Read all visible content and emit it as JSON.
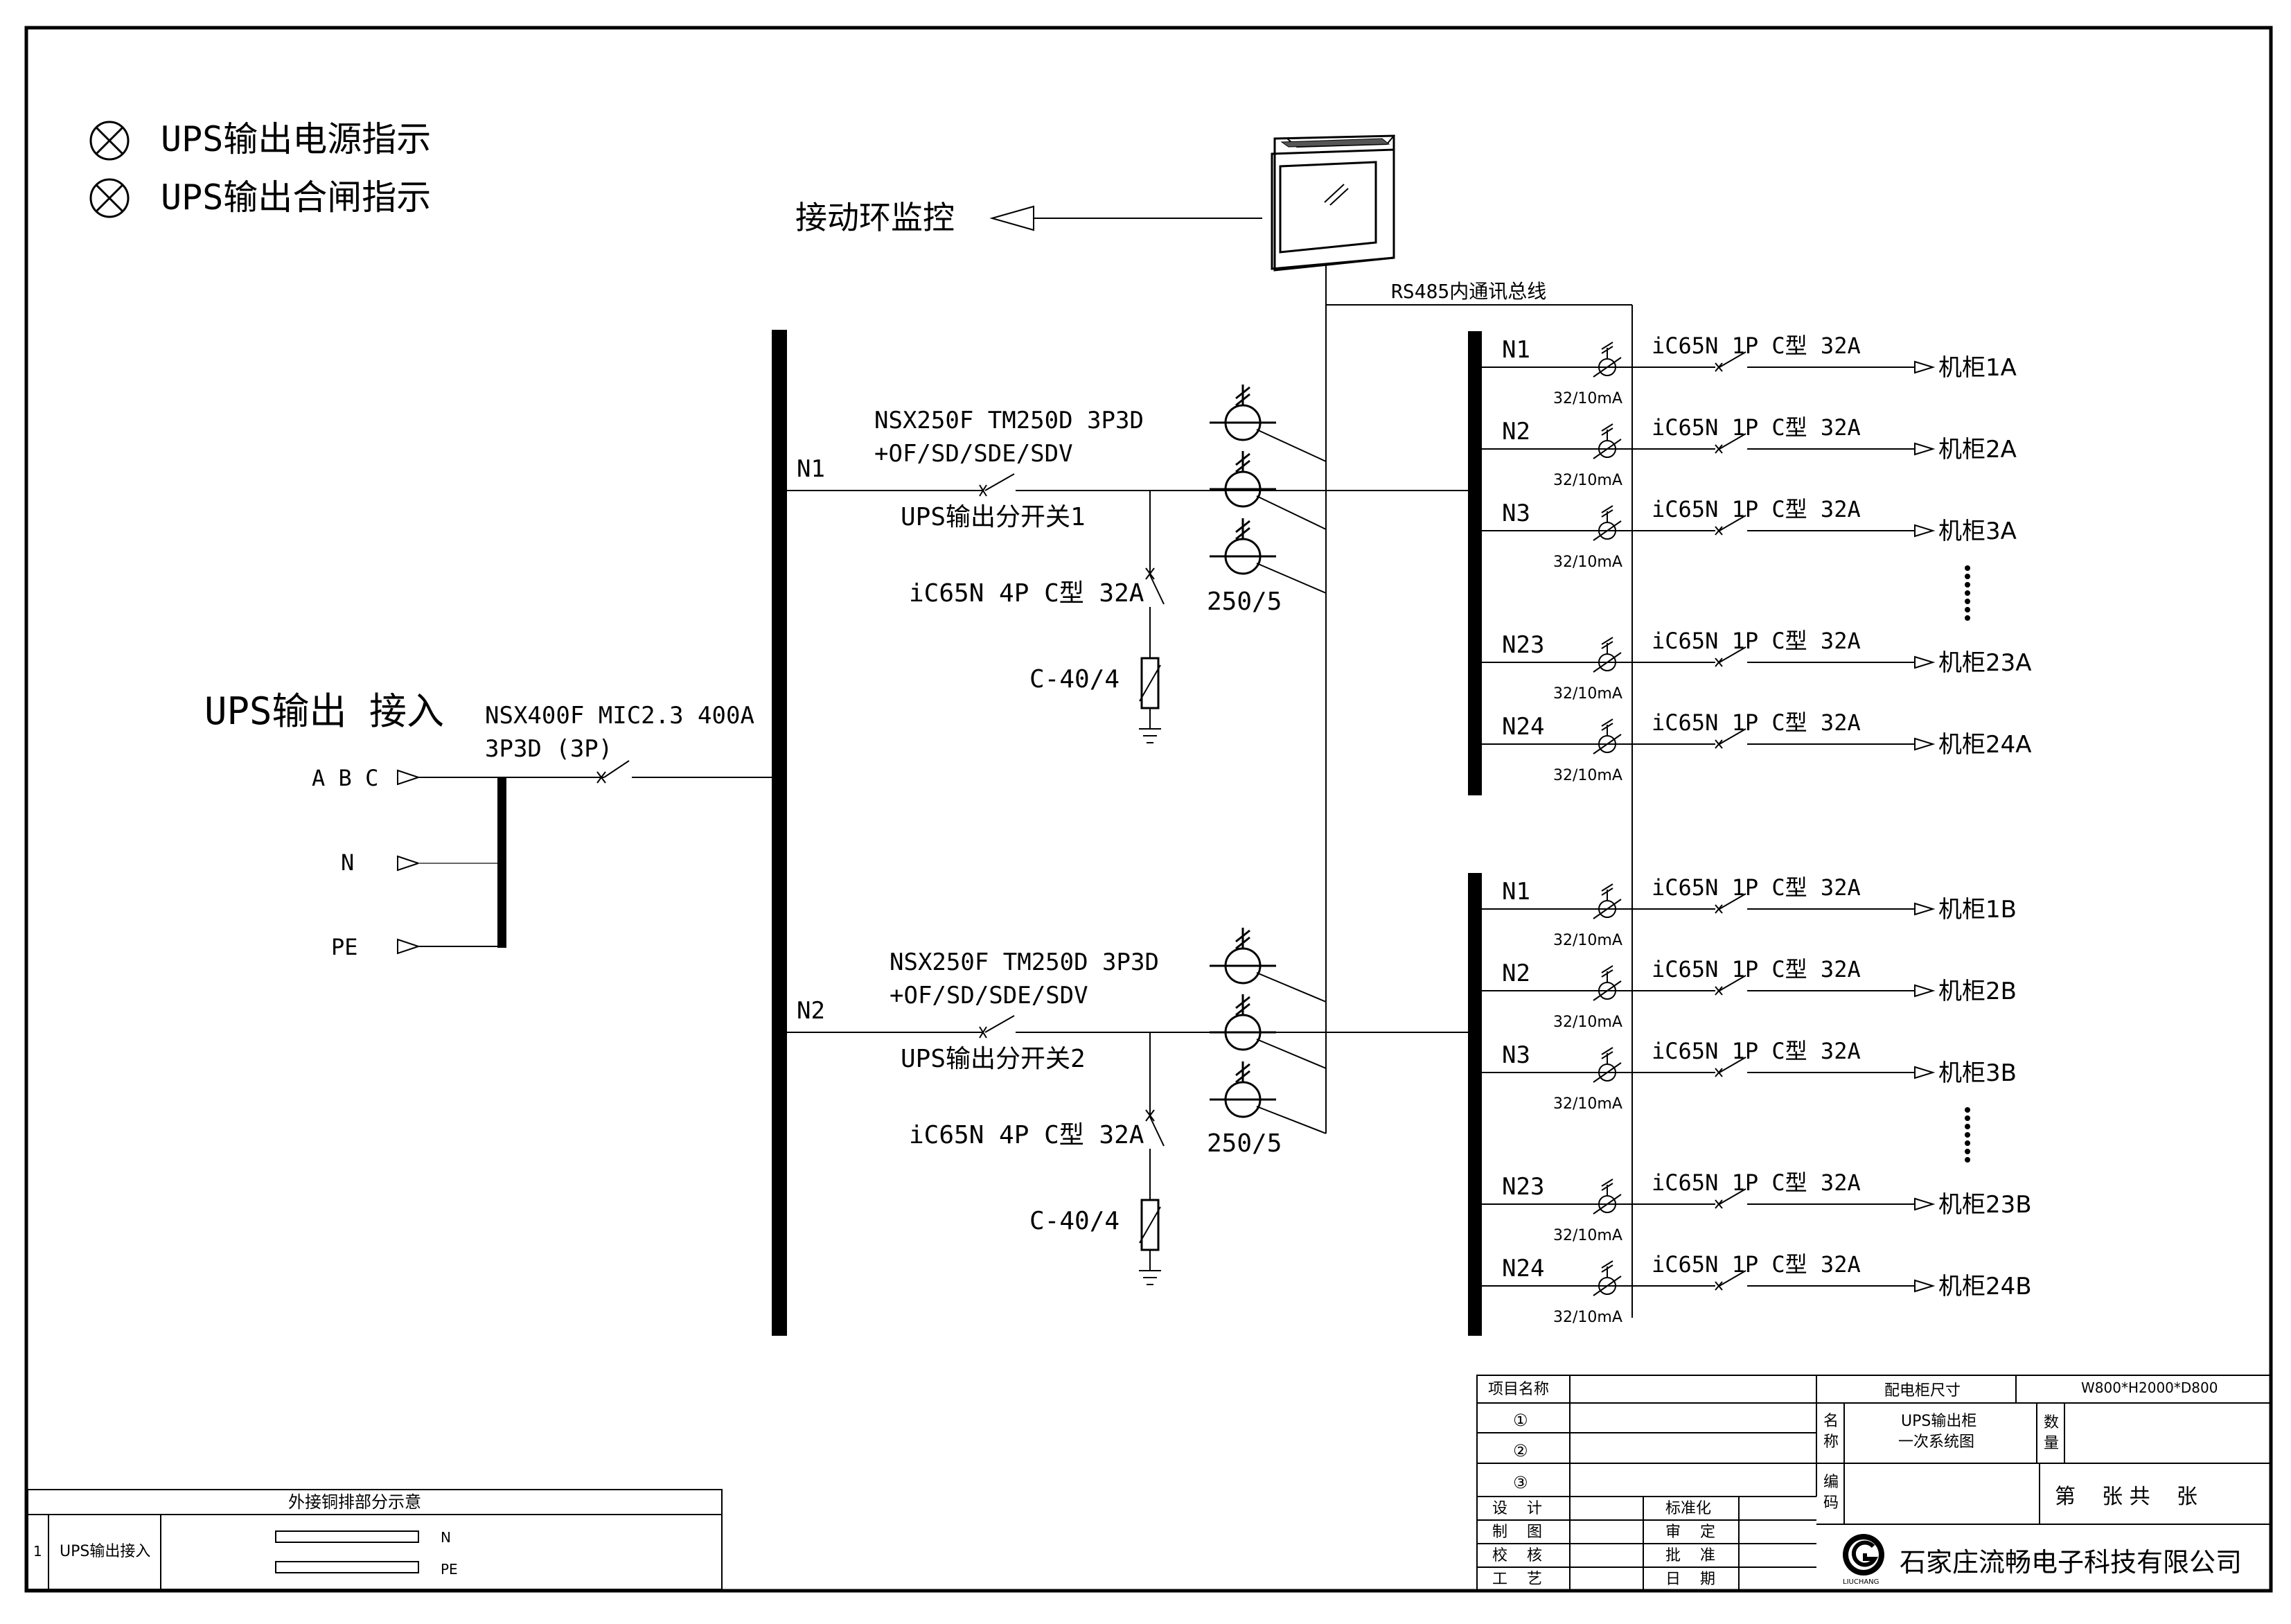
{
  "legend": [
    {
      "label": "UPS输出电源指示",
      "icon": "indicator-lamp-icon"
    },
    {
      "label": "UPS输出合闸指示",
      "icon": "indicator-lamp-icon"
    }
  ],
  "monitor": {
    "label": "接动环监控",
    "bus_label": "RS485内通讯总线",
    "icon": "monitor-screen-icon"
  },
  "input": {
    "title": "UPS输出 接入",
    "terminals": [
      "A B C",
      "N",
      "PE"
    ],
    "breaker_line1": "NSX400F MIC2.3 400A",
    "breaker_line2": "3P3D (3P)"
  },
  "main_bus_labels": [
    "N1",
    "N2"
  ],
  "feeders": [
    {
      "breaker_line1": "NSX250F TM250D 3P3D",
      "breaker_line2": "+OF/SD/SDE/SDV",
      "switch_name": "UPS输出分开关1",
      "spd_breaker": "iC65N 4P C型 32A",
      "spd": "C-40/4",
      "ct_ratio": "250/5"
    },
    {
      "breaker_line1": "NSX250F TM250D 3P3D",
      "breaker_line2": "+OF/SD/SDE/SDV",
      "switch_name": "UPS输出分开关2",
      "spd_breaker": "iC65N 4P C型 32A",
      "spd": "C-40/4",
      "ct_ratio": "250/5"
    }
  ],
  "branch_groups": [
    {
      "branches": [
        {
          "label": "N1",
          "breaker": "iC65N 1P C型 32A",
          "rcd": "32/10mA",
          "cabinet": "机柜1A"
        },
        {
          "label": "N2",
          "breaker": "iC65N 1P C型 32A",
          "rcd": "32/10mA",
          "cabinet": "机柜2A"
        },
        {
          "label": "N3",
          "breaker": "iC65N 1P C型 32A",
          "rcd": "32/10mA",
          "cabinet": "机柜3A"
        },
        {
          "label": "N23",
          "breaker": "iC65N 1P C型 32A",
          "rcd": "32/10mA",
          "cabinet": "机柜23A"
        },
        {
          "label": "N24",
          "breaker": "iC65N 1P C型 32A",
          "rcd": "32/10mA",
          "cabinet": "机柜24A"
        }
      ]
    },
    {
      "branches": [
        {
          "label": "N1",
          "breaker": "iC65N 1P C型 32A",
          "rcd": "32/10mA",
          "cabinet": "机柜1B"
        },
        {
          "label": "N2",
          "breaker": "iC65N 1P C型 32A",
          "rcd": "32/10mA",
          "cabinet": "机柜2B"
        },
        {
          "label": "N3",
          "breaker": "iC65N 1P C型 32A",
          "rcd": "32/10mA",
          "cabinet": "机柜3B"
        },
        {
          "label": "N23",
          "breaker": "iC65N 1P C型 32A",
          "rcd": "32/10mA",
          "cabinet": "机柜23B"
        },
        {
          "label": "N24",
          "breaker": "iC65N 1P C型 32A",
          "rcd": "32/10mA",
          "cabinet": "机柜24B"
        }
      ]
    }
  ],
  "copper_table": {
    "title": "外接铜排部分示意",
    "row_no": "1",
    "row_label": "UPS输出接入",
    "bars": [
      "N",
      "PE"
    ]
  },
  "title_block": {
    "project_name_label": "项目名称",
    "cabinet_size_label": "配电柜尺寸",
    "cabinet_size": "W800*H2000*D800",
    "items": [
      "①",
      "②",
      "③"
    ],
    "name_label": "名\n称",
    "name_value_1": "UPS输出柜",
    "name_value_2": "一次系统图",
    "qty_label": "数\n量",
    "code_label": "编\n码",
    "sheet_text": "第    张 共    张",
    "sign_left": [
      "设    计",
      "制    图",
      "校    核",
      "工    艺"
    ],
    "sign_right": [
      "标准化",
      "审    定",
      "批    准",
      "日    期"
    ],
    "company": "石家庄流畅电子科技有限公司",
    "logo_text": "LIUCHANG"
  }
}
